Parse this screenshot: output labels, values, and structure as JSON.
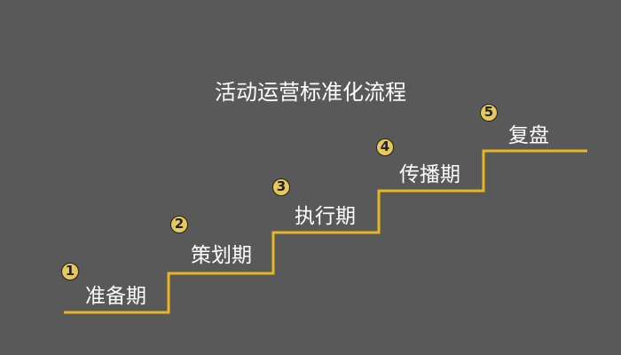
{
  "title": "活动运营标准化流程",
  "colors": {
    "background": "#595959",
    "line": "#e8b524",
    "badge": "#e8c85a",
    "text": "#ffffff"
  },
  "steps": [
    {
      "number": "1",
      "label": "准备期"
    },
    {
      "number": "2",
      "label": "策划期"
    },
    {
      "number": "3",
      "label": "执行期"
    },
    {
      "number": "4",
      "label": "传播期"
    },
    {
      "number": "5",
      "label": "复盘"
    }
  ]
}
